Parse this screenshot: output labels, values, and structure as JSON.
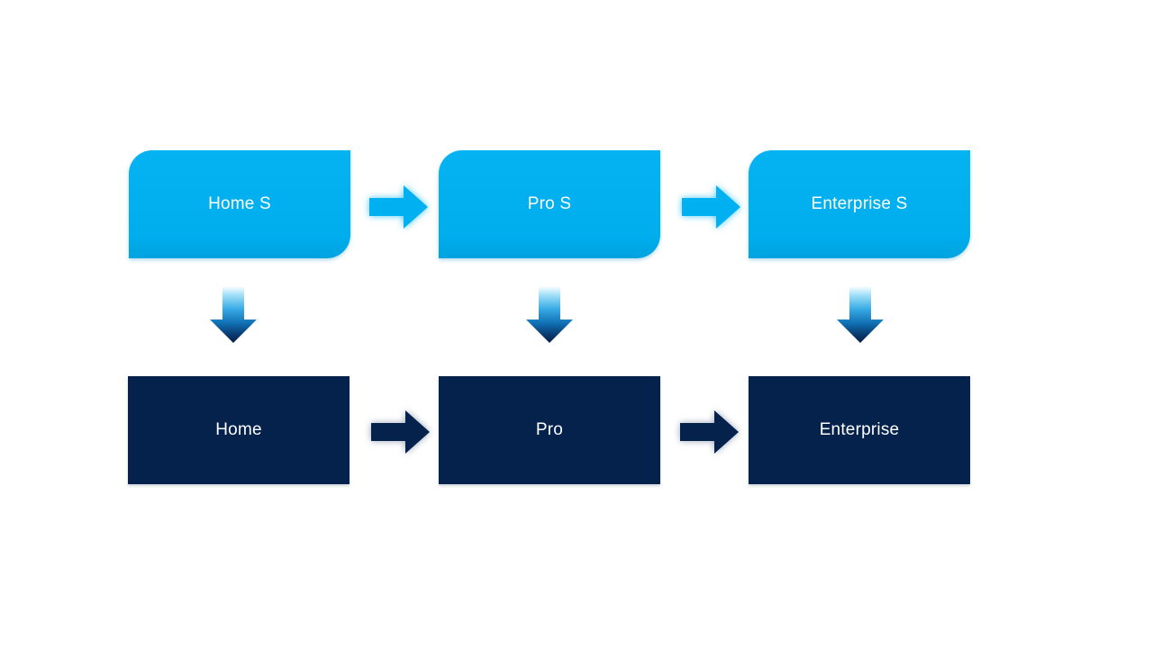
{
  "colors": {
    "light_blue": "#00B0F0",
    "dark_navy": "#05224D",
    "background": "#FFFFFF",
    "text": "#FFFFFF",
    "down_arrow_gradient_top": "#FDFFFF",
    "down_arrow_gradient_bottom": "#041E46"
  },
  "icons": {
    "right_arrow": "right-arrow-icon",
    "down_arrow": "down-arrow-icon"
  },
  "diagram": {
    "top_row": {
      "boxes": [
        {
          "label": "Home S"
        },
        {
          "label": "Pro S"
        },
        {
          "label": "Enterprise S"
        }
      ]
    },
    "bottom_row": {
      "boxes": [
        {
          "label": "Home"
        },
        {
          "label": "Pro"
        },
        {
          "label": "Enterprise"
        }
      ]
    }
  }
}
